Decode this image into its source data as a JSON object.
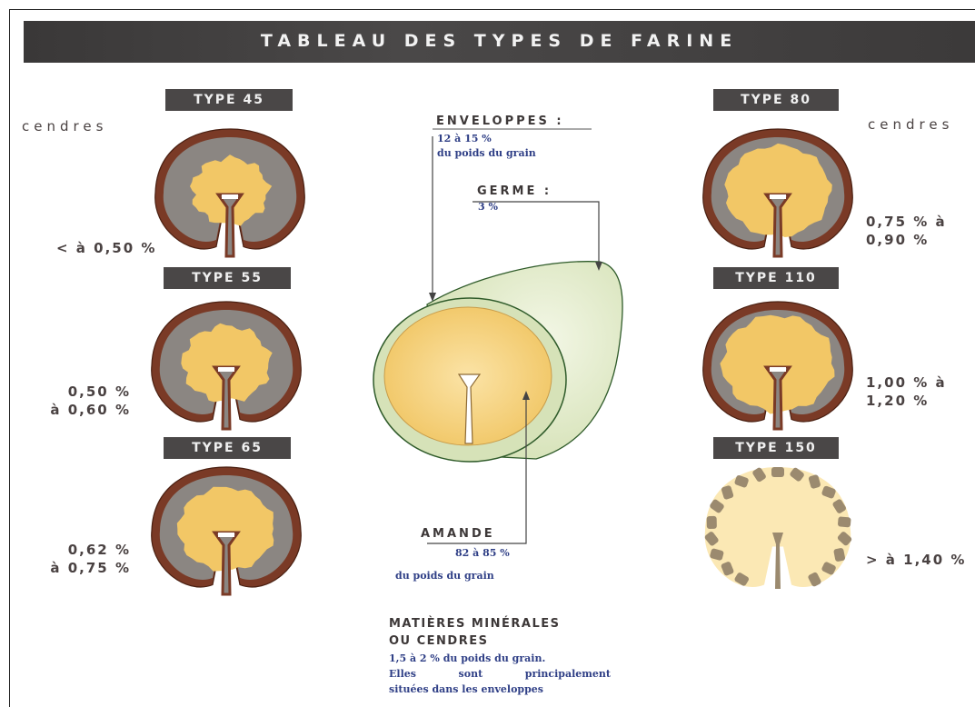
{
  "title": "TABLEAU DES TYPES DE FARINE",
  "cendres_label": "cendres",
  "left_column": [
    {
      "type": "TYPE 45",
      "ash": [
        "< à 0,50 %"
      ]
    },
    {
      "type": "TYPE 55",
      "ash": [
        "0,50 %",
        "à 0,60 %"
      ]
    },
    {
      "type": "TYPE 65",
      "ash": [
        "0,62 %",
        "à 0,75 %"
      ]
    }
  ],
  "right_column": [
    {
      "type": "TYPE 80",
      "ash": [
        "0,75 % à",
        "0,90 %"
      ]
    },
    {
      "type": "TYPE 110",
      "ash": [
        "1,00 % à",
        "1,20 %"
      ]
    },
    {
      "type": "TYPE 150",
      "ash": [
        "> à 1,40 %"
      ]
    }
  ],
  "center": {
    "enveloppes": {
      "title": "ENVELOPPES :",
      "line1": "12 à 15 %",
      "line2": "du poids du grain"
    },
    "germe": {
      "title": "GERME :",
      "line1": "3 %"
    },
    "amande": {
      "title": "AMANDE",
      "line1": "82 à 85 %",
      "line2": "du poids du grain"
    }
  },
  "mineral": {
    "title1": "MATIÈRES MINÉRALES",
    "title2": "OU CENDRES",
    "line1": "1,5 à 2 % du poids du grain.",
    "line2": "Elles sont principalement",
    "line3": "situées dans les enveloppes"
  },
  "colors": {
    "banner": "#3e3c3c",
    "label_bg": "#4a4747",
    "bran": "#7a3a26",
    "aleurone": "#8b8682",
    "endosperm": "#f2c766",
    "germ": "#dfe8c9",
    "annotation_blue": "#2f3f86"
  }
}
